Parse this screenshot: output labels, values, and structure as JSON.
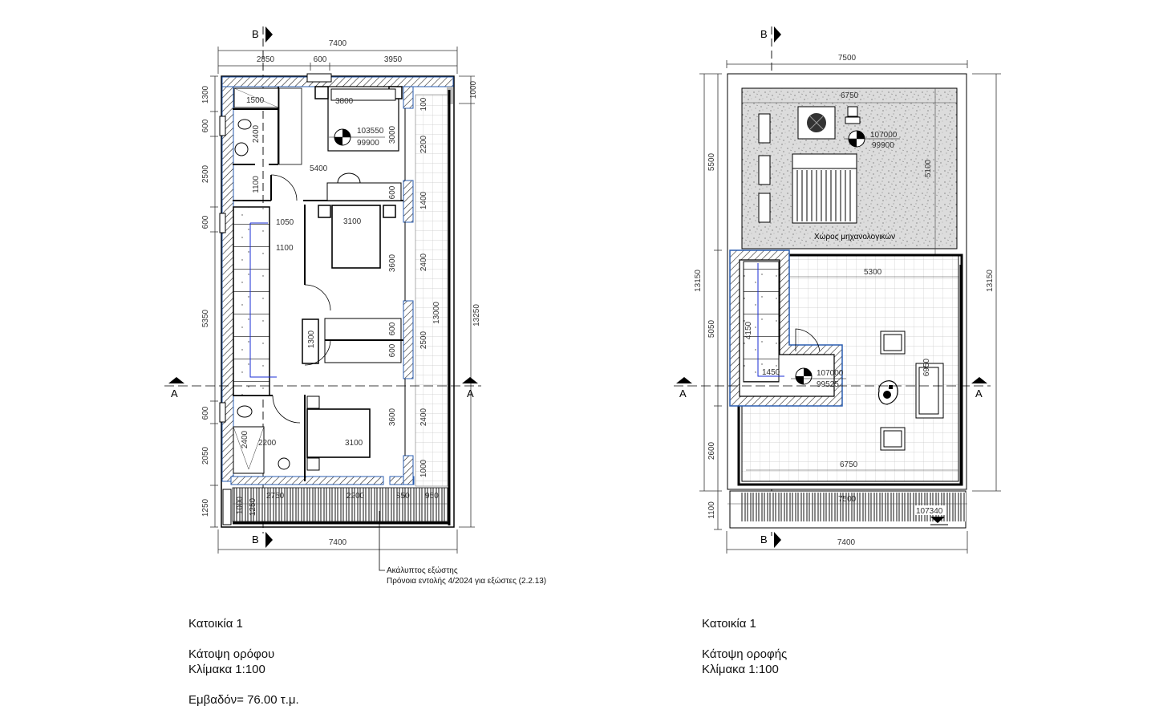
{
  "floor_plan": {
    "section_marks": {
      "b_label": "B",
      "a_label": "A"
    },
    "dims_top": {
      "total": "7400",
      "segments": [
        "2850",
        "600",
        "3950"
      ]
    },
    "dims_bottom": {
      "total": "7400"
    },
    "dims_left": [
      "1300",
      "600",
      "2500",
      "600",
      "5350",
      "600",
      "2050",
      "1250"
    ],
    "dims_right_outer": "13250",
    "dims_right_inner_total": "13000",
    "dims_right_inner": [
      "1000",
      "100",
      "2200",
      "1400",
      "2400",
      "2500",
      "2400",
      "1000"
    ],
    "dims_right_window": [
      "3000",
      "600",
      "3600",
      "600",
      "600",
      "3600"
    ],
    "internal": {
      "bath_top_width": "1500",
      "bath_depth": "2400",
      "bed1_width": "3800",
      "level_top": "103550",
      "level_bottom": "99900",
      "corridor": "5400",
      "hall": "1100",
      "stair_landing": "1050",
      "stair_width": "1100",
      "bed2_width": "3100",
      "wardrobe": "1300",
      "bed3_width": "3100",
      "bath2_width": "2200",
      "bath2_depth": "2400"
    },
    "balcony_dims": [
      "2750",
      "2200",
      "850",
      "950"
    ],
    "balcony_side": [
      "1000",
      "1250"
    ],
    "note_line1": "Ακάλυπτος εξώστης",
    "note_line2": "Πρόνοια εντολής 4/2024 για εξώστες (2.2.13)",
    "title": {
      "dwelling": "Κατοικία 1",
      "view": "Κάτοψη ορόφου",
      "scale": "Κλίμακα 1:100",
      "area": "Εμβαδόν= 76.00 τ.μ."
    }
  },
  "roof_plan": {
    "section_marks": {
      "b_label": "B",
      "a_label": "A"
    },
    "dims_top": {
      "total": "7500"
    },
    "dims_bottom": {
      "total": "7400"
    },
    "dims_left": [
      "5500",
      "5050",
      "2600",
      "1100"
    ],
    "dims_left_outer": "13150",
    "dims_right_outer": "13150",
    "mech_area": {
      "label": "Χώρος μηχανολογικών",
      "width": "6750",
      "depth": "5100",
      "level_top": "107000",
      "level_bottom": "99900"
    },
    "terrace": {
      "width": "5300",
      "stair_dim": "4150",
      "landing_dim": "1450",
      "level_top": "107000",
      "level_bottom": "99525",
      "sofa_dim": "6950",
      "bottom_width": "6750"
    },
    "pergola": {
      "width": "7500",
      "level": "107340"
    },
    "title": {
      "dwelling": "Κατοικία 1",
      "view": "Κάτοψη οροφής",
      "scale": "Κλίμακα 1:100"
    }
  }
}
